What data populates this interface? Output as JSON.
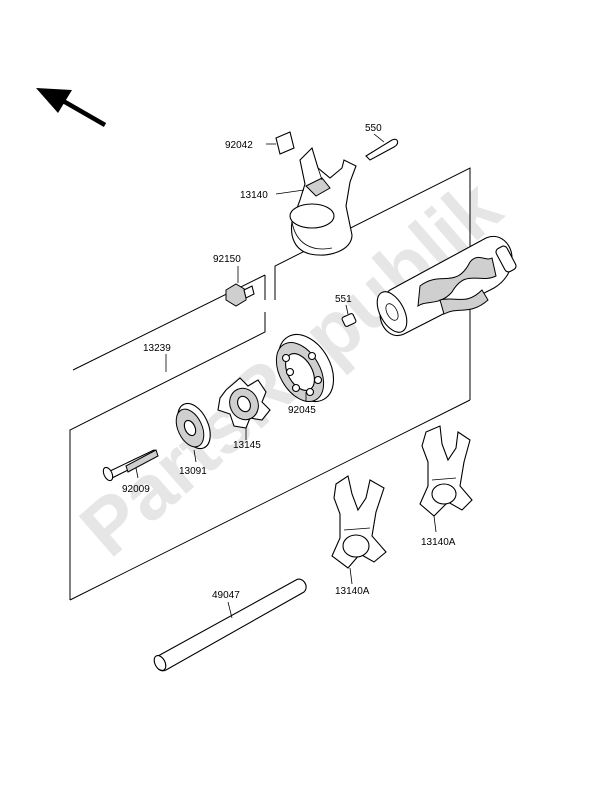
{
  "watermark": "PartsRepublik",
  "parts": {
    "p92042": "92042",
    "p550": "550",
    "p13140": "13140",
    "p92150": "92150",
    "p551": "551",
    "p13239": "13239",
    "p92045": "92045",
    "p13145": "13145",
    "p13091": "13091",
    "p92009": "92009",
    "p13140A_right": "13140A",
    "p13140A_left": "13140A",
    "p49047": "49047"
  },
  "icons": {
    "orientation_arrow": "front-direction-arrow-icon"
  }
}
